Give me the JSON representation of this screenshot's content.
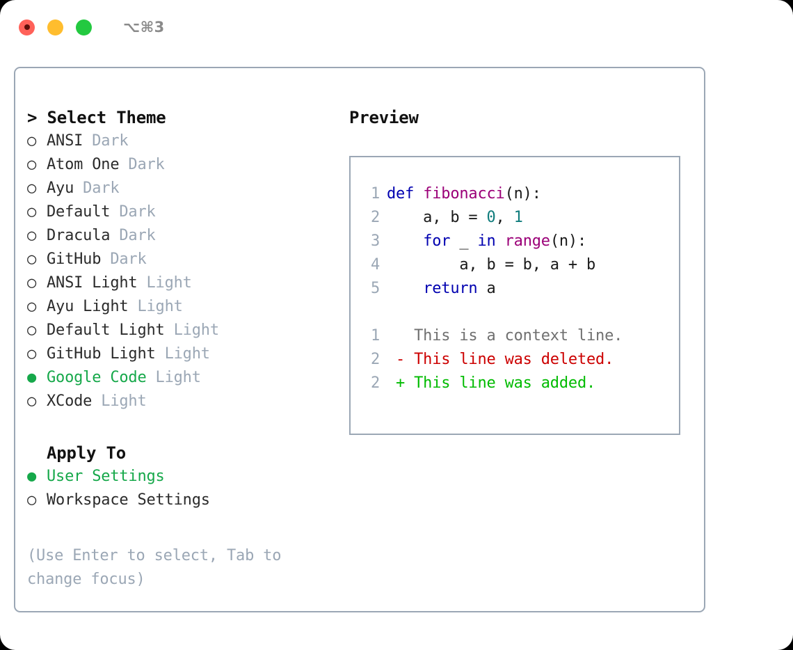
{
  "titlebar": {
    "shortcut": "⌥⌘3",
    "buttons": [
      "close",
      "minimize",
      "maximize"
    ]
  },
  "theme_list": {
    "heading": "> Select Theme",
    "items": [
      {
        "bullet": "○",
        "label": "ANSI",
        "variant": "Dark",
        "selected": false
      },
      {
        "bullet": "○",
        "label": "Atom One",
        "variant": "Dark",
        "selected": false
      },
      {
        "bullet": "○",
        "label": "Ayu",
        "variant": "Dark",
        "selected": false
      },
      {
        "bullet": "○",
        "label": "Default",
        "variant": "Dark",
        "selected": false
      },
      {
        "bullet": "○",
        "label": "Dracula",
        "variant": "Dark",
        "selected": false
      },
      {
        "bullet": "○",
        "label": "GitHub",
        "variant": "Dark",
        "selected": false
      },
      {
        "bullet": "○",
        "label": "ANSI Light",
        "variant": "Light",
        "selected": false
      },
      {
        "bullet": "○",
        "label": "Ayu Light",
        "variant": "Light",
        "selected": false
      },
      {
        "bullet": "○",
        "label": "Default Light",
        "variant": "Light",
        "selected": false
      },
      {
        "bullet": "○",
        "label": "GitHub Light",
        "variant": "Light",
        "selected": false
      },
      {
        "bullet": "●",
        "label": "Google Code",
        "variant": "Light",
        "selected": true
      },
      {
        "bullet": "○",
        "label": "XCode",
        "variant": "Light",
        "selected": false
      }
    ]
  },
  "apply_to": {
    "heading": "Apply To",
    "items": [
      {
        "bullet": "●",
        "label": "User Settings",
        "selected": true
      },
      {
        "bullet": "○",
        "label": "Workspace Settings",
        "selected": false
      }
    ]
  },
  "hint": "(Use Enter to select, Tab to change focus)",
  "preview": {
    "title": "Preview",
    "code": [
      {
        "num": "1",
        "tokens": [
          {
            "t": "def ",
            "c": "kw"
          },
          {
            "t": "fibonacci",
            "c": "fn"
          },
          {
            "t": "(n):",
            "c": "plain"
          }
        ]
      },
      {
        "num": "2",
        "tokens": [
          {
            "t": "    a, b = ",
            "c": "plain"
          },
          {
            "t": "0",
            "c": "num"
          },
          {
            "t": ", ",
            "c": "plain"
          },
          {
            "t": "1",
            "c": "num"
          }
        ]
      },
      {
        "num": "3",
        "tokens": [
          {
            "t": "    ",
            "c": "plain"
          },
          {
            "t": "for",
            "c": "kw"
          },
          {
            "t": " _ ",
            "c": "plain"
          },
          {
            "t": "in",
            "c": "kw"
          },
          {
            "t": " ",
            "c": "plain"
          },
          {
            "t": "range",
            "c": "fn"
          },
          {
            "t": "(n):",
            "c": "plain"
          }
        ]
      },
      {
        "num": "4",
        "tokens": [
          {
            "t": "        a, b = b, a + b",
            "c": "plain"
          }
        ]
      },
      {
        "num": "5",
        "tokens": [
          {
            "t": "    ",
            "c": "plain"
          },
          {
            "t": "return",
            "c": "kw"
          },
          {
            "t": " a",
            "c": "plain"
          }
        ]
      }
    ],
    "diff": [
      {
        "num": "1",
        "marker": "  ",
        "text": "This is a context line.",
        "kind": "ctx"
      },
      {
        "num": "2",
        "marker": "- ",
        "text": "This line was deleted.",
        "kind": "del"
      },
      {
        "num": "2",
        "marker": "+ ",
        "text": "This line was added.",
        "kind": "add"
      }
    ]
  },
  "colors": {
    "accent_green": "#16a84a",
    "muted": "#9ba7b5",
    "keyword": "#0000b0",
    "function": "#9b0078",
    "number": "#0f7c7c",
    "deleted": "#cc0000",
    "added": "#00bb00",
    "border": "#9ba7b5"
  }
}
